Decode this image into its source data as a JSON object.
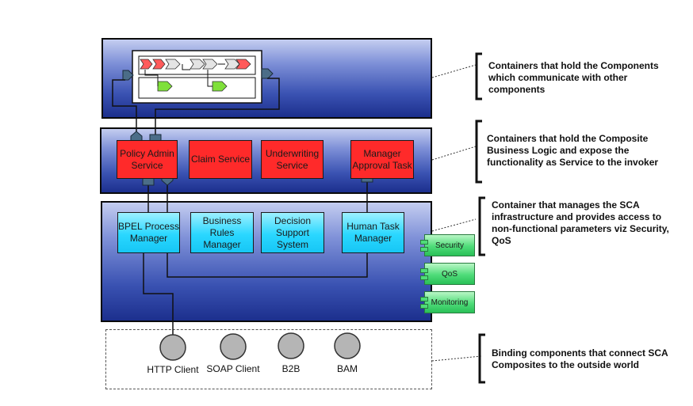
{
  "composite": {
    "services": [
      "Policy Admin Service",
      "Claim Service",
      "Underwriting Service",
      "Manager Approval Task"
    ]
  },
  "engines": [
    "BPEL Process Manager",
    "Business Rules Manager",
    "Decision Support System",
    "Human Task Manager"
  ],
  "nonfunctional": [
    "Security",
    "QoS",
    "Monitoring"
  ],
  "clients": [
    "HTTP Client",
    "SOAP Client",
    "B2B",
    "BAM"
  ],
  "notes": {
    "containers_components": "Containers that hold the Components which communicate with other components",
    "containers_composite": "Containers that hold the Composite Business Logic and expose the functionality as Service to the invoker",
    "sca_infrastructure": "Container that manages the SCA infrastructure and provides access to non-functional parameters viz Security, QoS",
    "binding_components": "Binding components that connect SCA Composites to the outside world"
  },
  "colors": {
    "layer_dark": "#1c2f8d",
    "layer_light": "#c4cdf0",
    "service_red": "#ff2a2a",
    "engine_cyan": "#2ad7ff",
    "nonfunctional_green": "#4fdc79",
    "port_steel": "#4b6d88",
    "client_gray": "#b5b5b5"
  }
}
